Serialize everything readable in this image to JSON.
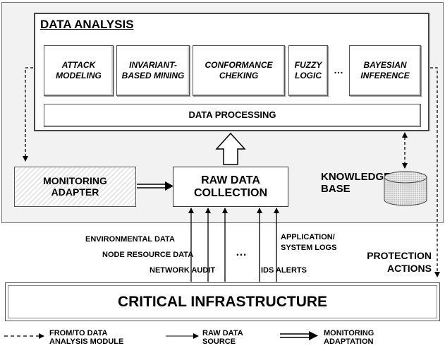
{
  "analysis": {
    "title": "DATA ANALYSIS",
    "modules": [
      "ATTACK MODELING",
      "INVARIANT-BASED MINING",
      "CONFORMANCE CHEKING",
      "FUZZY LOGIC",
      "…",
      "BAYESIAN INFERENCE"
    ],
    "processing": "DATA PROCESSING"
  },
  "monitoring_adapter": "MONITORING ADAPTER",
  "raw_collection": "RAW DATA COLLECTION",
  "knowledge_base": "KNOWLEDGE BASE",
  "sources": {
    "environmental": "ENVIRONMENTAL DATA",
    "node_resource": "NODE RESOURCE DATA",
    "network_audit": "NETWORK AUDIT",
    "ellipsis": "…",
    "ids_alerts": "IDS ALERTS",
    "app_logs": "APPLICATION/ SYSTEM LOGS"
  },
  "protection_actions": "PROTECTION ACTIONS",
  "infrastructure": "CRITICAL INFRASTRUCTURE",
  "legend": {
    "dashed": "FROM/TO DATA ANALYSIS MODULE",
    "single": "RAW DATA SOURCE",
    "double": "MONITORING ADAPTATION"
  }
}
